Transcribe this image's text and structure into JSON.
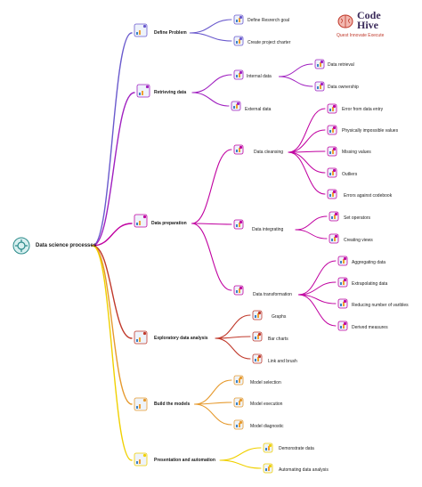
{
  "brand": {
    "name_line1": "Code",
    "name_line2": "Hive",
    "tagline": "Quest Innovate Execute",
    "accent": "#c0392b"
  },
  "root": {
    "label": "Data science processes",
    "icon": "gear-head-icon"
  },
  "branches": [
    {
      "id": "define",
      "label": "Define Problem",
      "color": "#6a5acd",
      "icon": "question-gear-icon",
      "children": [
        {
          "label": "Define Resrerch goal",
          "icon": "magnifier-icon",
          "children": []
        },
        {
          "label": "Create project charter",
          "icon": "document-gear-icon",
          "children": []
        }
      ]
    },
    {
      "id": "retrieve",
      "label": "Retrieving data",
      "color": "#a020c0",
      "icon": "database-icon",
      "children": [
        {
          "label": "Internal data",
          "icon": "server-icon",
          "children": [
            {
              "label": "Data retrieval",
              "icon": "search-database-icon"
            },
            {
              "label": "Data ownership",
              "icon": "handshake-icon"
            }
          ]
        },
        {
          "label": "External data",
          "icon": "network-icon",
          "children": []
        }
      ]
    },
    {
      "id": "prep",
      "label": "Data preparation",
      "color": "#c000a0",
      "icon": "chart-prep-icon",
      "children": [
        {
          "label": "Data cleansing",
          "icon": "clean-database-icon",
          "children": [
            {
              "label": "Error from data entry",
              "icon": "error-form-icon"
            },
            {
              "label": "Physically impossible values",
              "icon": "document-icon"
            },
            {
              "label": "Missing values",
              "icon": "puzzle-icon"
            },
            {
              "label": "Outliers",
              "icon": "outlier-icon"
            },
            {
              "label": "Errors against codebook",
              "icon": "codebook-icon"
            }
          ]
        },
        {
          "label": "Data   integrating",
          "icon": "merge-icon",
          "children": [
            {
              "label": "Set operators",
              "icon": "set-icon"
            },
            {
              "label": "Creating views",
              "icon": "eye-gear-icon"
            }
          ]
        },
        {
          "label": "Data transformation",
          "icon": "transform-icon",
          "children": [
            {
              "label": "Aggregating data",
              "icon": "aggregate-icon"
            },
            {
              "label": "Extrapolating data",
              "icon": "folder-chart-icon"
            },
            {
              "label": "Reducing number of varibles",
              "icon": "reduce-icon"
            },
            {
              "label": "Derived measures",
              "icon": "ruler-icon"
            }
          ]
        }
      ]
    },
    {
      "id": "eda",
      "label": "Exploratory data analysis",
      "color": "#c0392b",
      "icon": "chart-analysis-icon",
      "children": [
        {
          "label": "Graphs",
          "icon": "line-graph-icon",
          "children": []
        },
        {
          "label": "Bar charts",
          "icon": "bar-chart-icon",
          "children": []
        },
        {
          "label": "Link and brush",
          "icon": "brush-icon",
          "children": []
        }
      ]
    },
    {
      "id": "build",
      "label": "Build the models",
      "color": "#e69a2e",
      "icon": "flowchart-icon",
      "children": [
        {
          "label": "Model selection",
          "icon": "cube-icon",
          "children": []
        },
        {
          "label": "Model execution",
          "icon": "gear-cube-icon",
          "children": []
        },
        {
          "label": "Model diagnostic",
          "icon": "diagnostic-gear-icon",
          "children": []
        }
      ]
    },
    {
      "id": "present",
      "label": "Presentation and automation",
      "color": "#f0d000",
      "icon": "presentation-icon",
      "children": [
        {
          "label": "Demonstrate data",
          "icon": "monitor-icon",
          "children": []
        },
        {
          "label": "Automating data analysis",
          "icon": "automation-icon",
          "children": []
        }
      ]
    }
  ]
}
